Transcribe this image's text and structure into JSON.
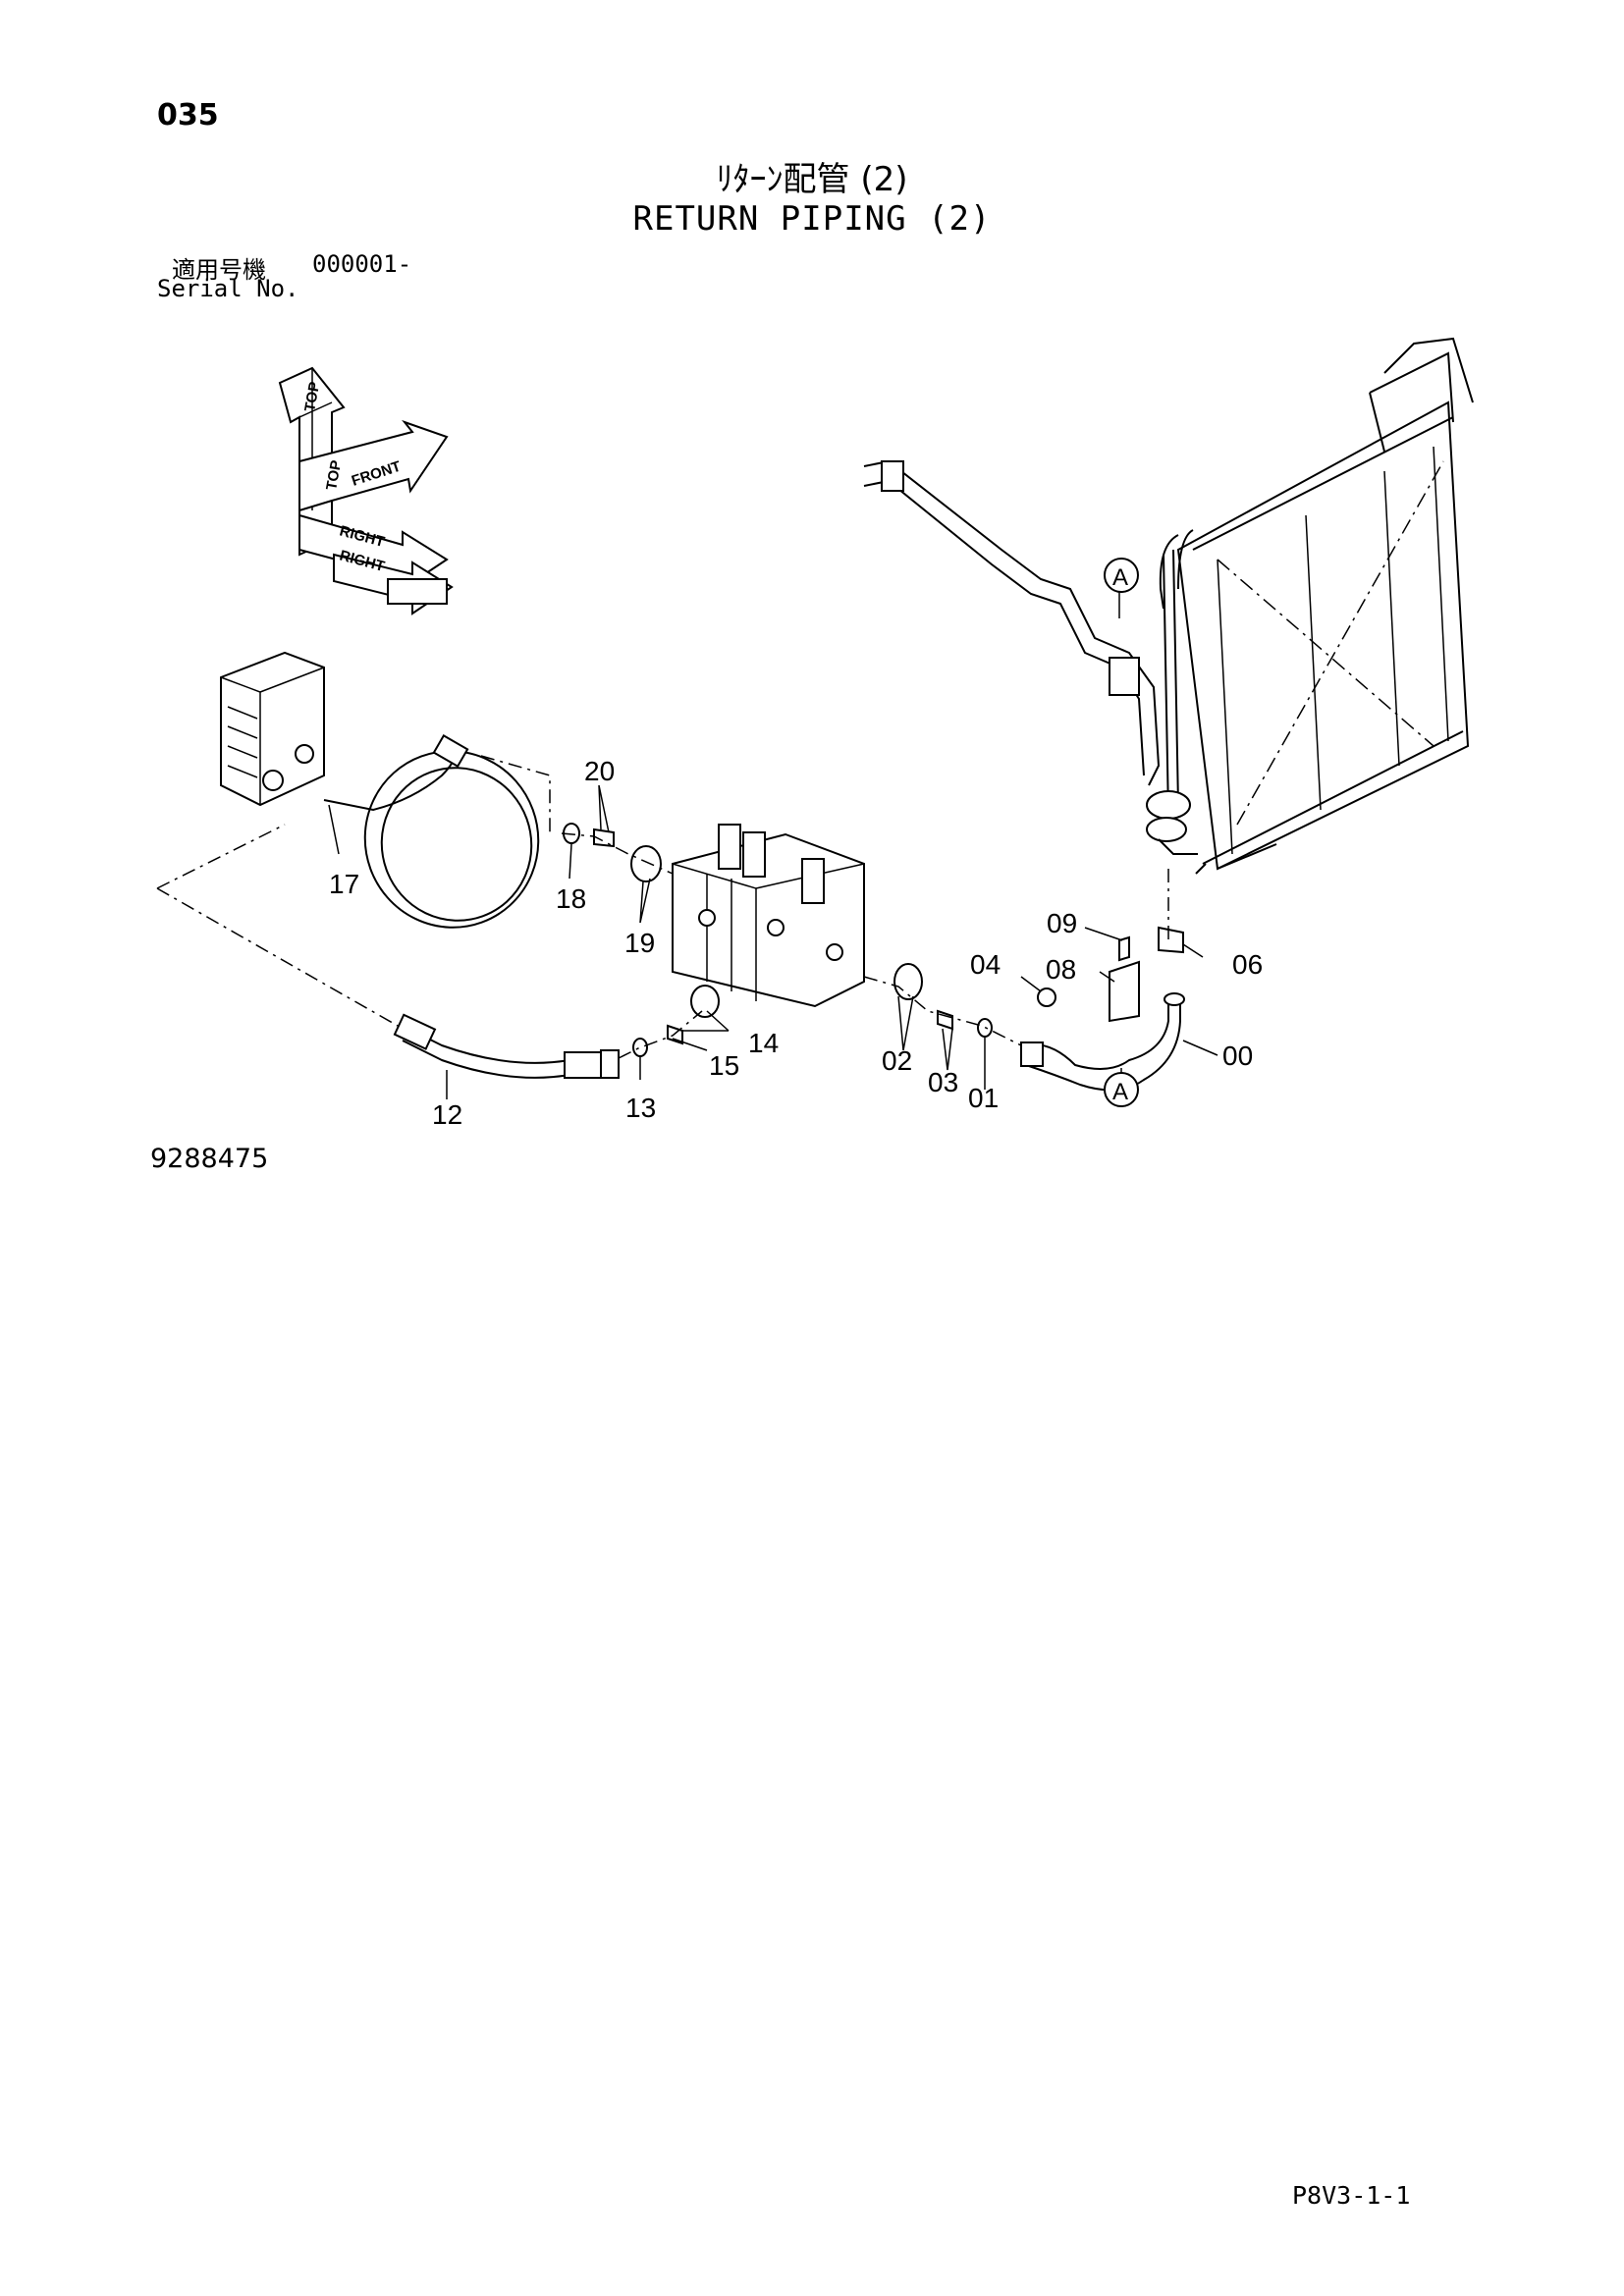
{
  "header": {
    "page_number": "035",
    "title_jp": "ﾘﾀｰﾝ配管 (2)",
    "title_en": "RETURN PIPING (2)",
    "serial_label_jp": "適用号機",
    "serial_value": "000001-",
    "serial_label_en": "Serial No."
  },
  "orientation": {
    "top": "TOP",
    "front": "FRONT",
    "right": "RIGHT"
  },
  "callouts": {
    "c00": "00",
    "c01": "01",
    "c02": "02",
    "c03": "03",
    "c04": "04",
    "c06": "06",
    "c08": "08",
    "c09": "09",
    "c12": "12",
    "c13": "13",
    "c14": "14",
    "c15": "15",
    "c17": "17",
    "c18": "18",
    "c19": "19",
    "c20": "20",
    "refA": "A"
  },
  "footer": {
    "drawing_number": "9288475",
    "sheet_code": "P8V3-1-1"
  }
}
